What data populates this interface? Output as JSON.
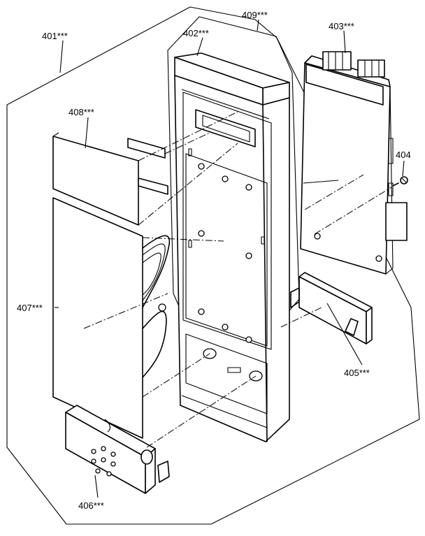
{
  "diagram": {
    "callouts": {
      "p401": "401***",
      "p402": "402***",
      "p403": "403***",
      "p404": "404",
      "p405": "405***",
      "p406": "406***",
      "p407": "407***",
      "p408": "408***",
      "p409": "409***"
    }
  },
  "colors": {
    "line": "#000000",
    "background": "#ffffff"
  }
}
